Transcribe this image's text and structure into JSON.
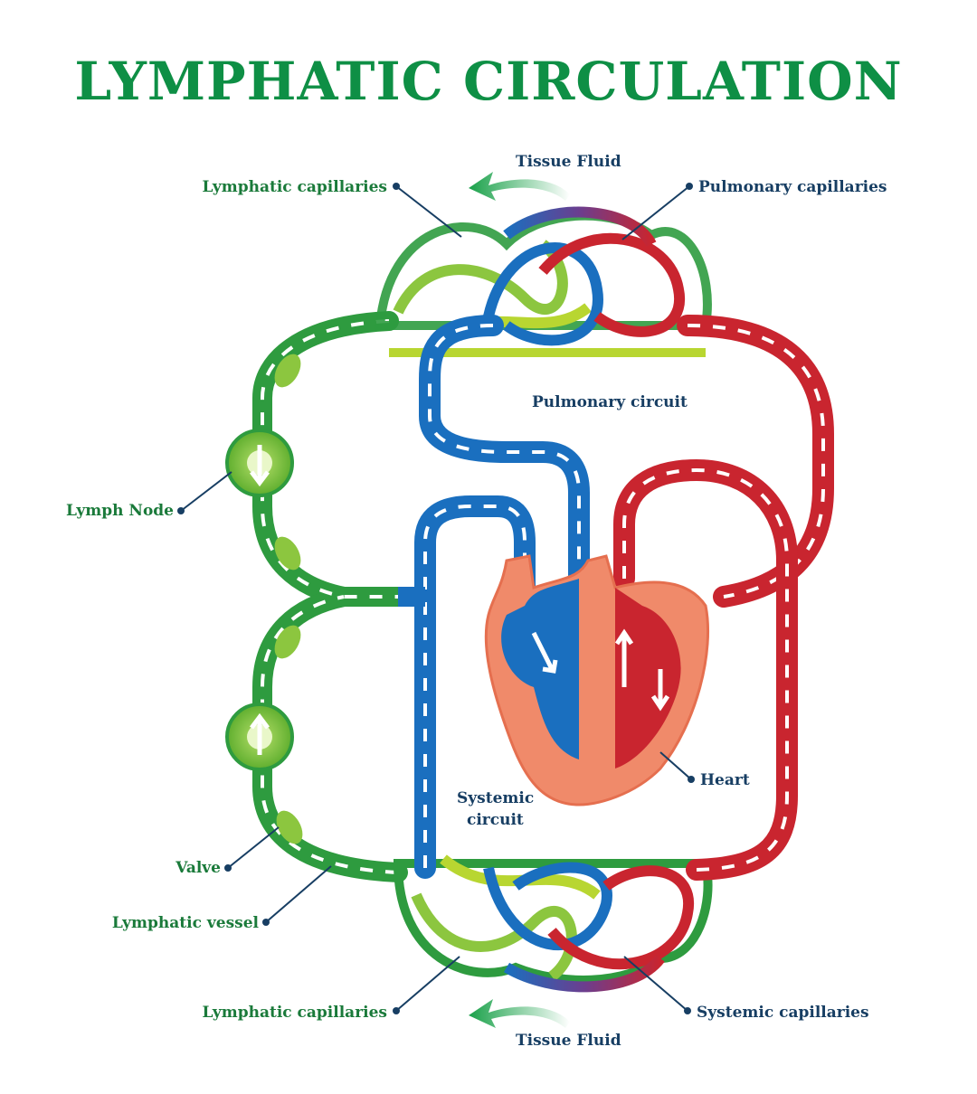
{
  "title": "LYMPHATIC CIRCULATION",
  "labels": {
    "tissue_fluid_top": "Tissue Fluid",
    "tissue_fluid_bottom": "Tissue Fluid",
    "lymphatic_capillaries_top": "Lymphatic capillaries",
    "lymphatic_capillaries_bottom": "Lymphatic capillaries",
    "pulmonary_capillaries": "Pulmonary capillaries",
    "pulmonary_circuit": "Pulmonary circuit",
    "lymph_node": "Lymph Node",
    "heart": "Heart",
    "systemic_circuit_line1": "Systemic",
    "systemic_circuit_line2": "circuit",
    "valve": "Valve",
    "lymphatic_vessel": "Lymphatic vessel",
    "systemic_capillaries": "Systemic capillaries"
  },
  "colors": {
    "title": "#0e8f45",
    "lymph_dark": "#2e9b3f",
    "lymph_light": "#9acd32",
    "vein_blue": "#1a6fbf",
    "artery_red": "#c9252f",
    "heart_salmon": "#f08a6a",
    "label_navy": "#173e63",
    "label_green": "#1a7a3a"
  }
}
